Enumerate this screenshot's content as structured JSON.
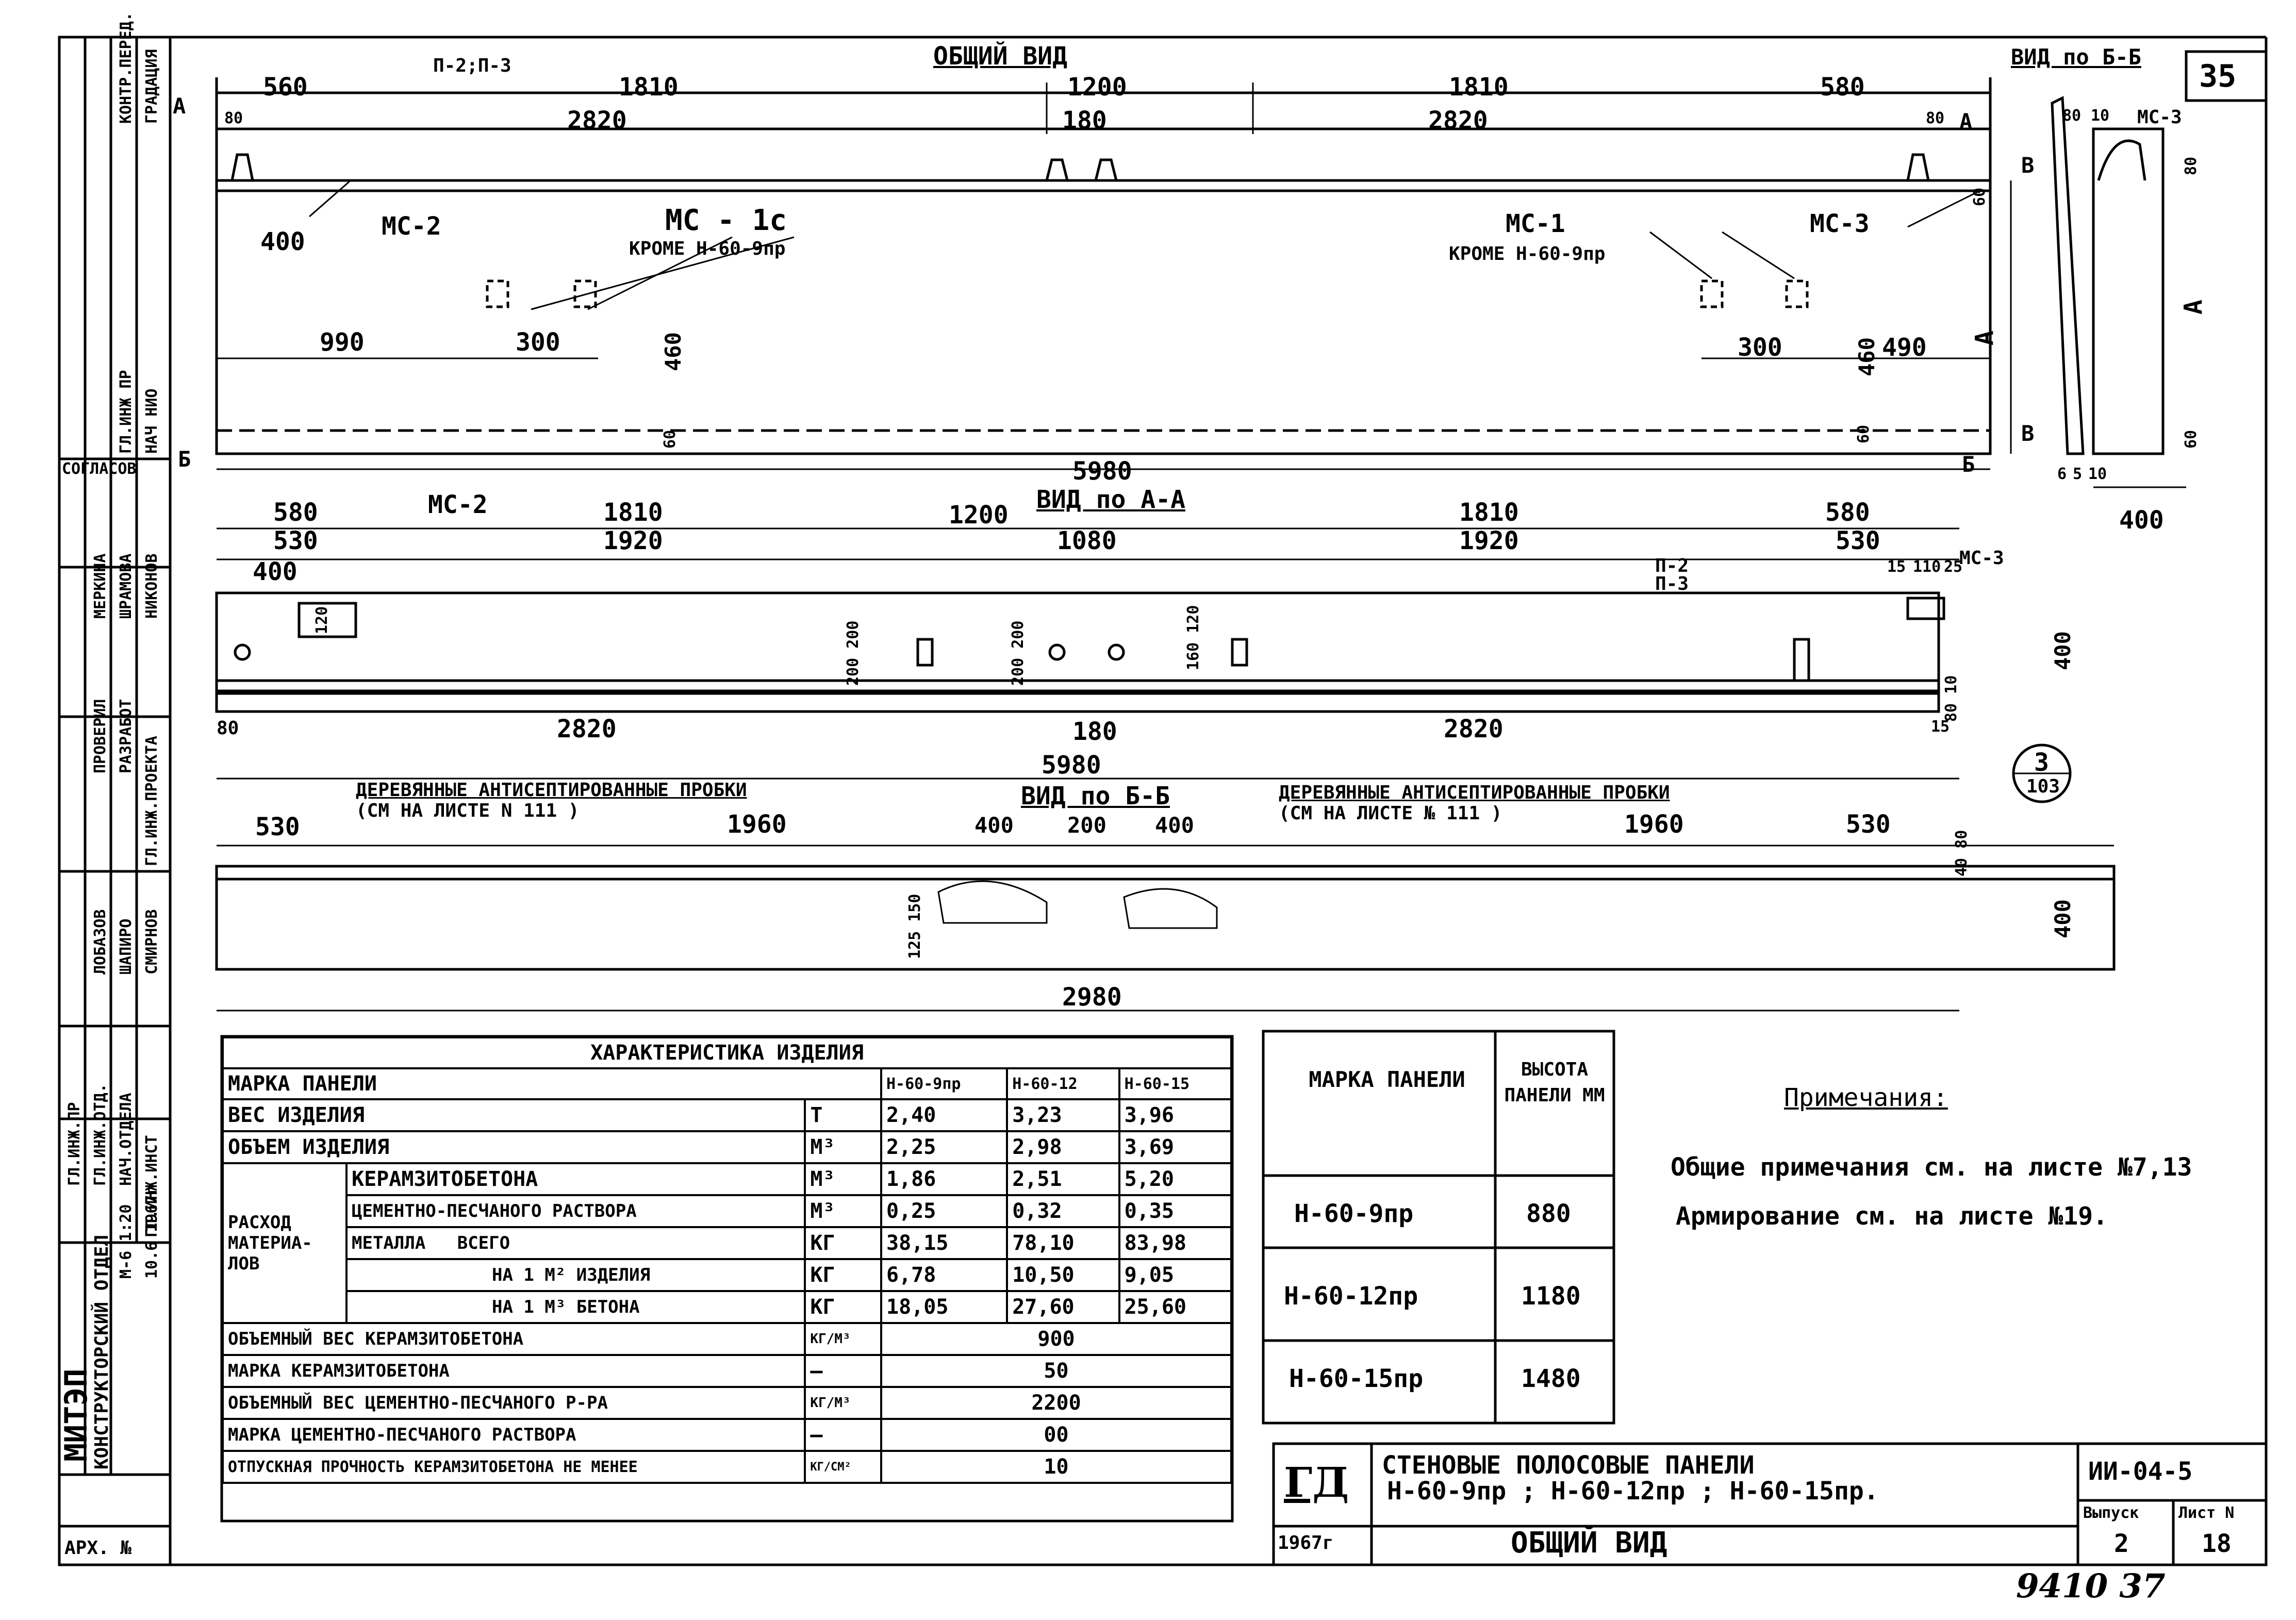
{
  "sheet_number": "35",
  "handwritten_number": "9410  37",
  "main_view": {
    "title": "ОБЩИЙ   ВИД",
    "dims_top": [
      "560",
      "1810",
      "1200",
      "1810",
      "580"
    ],
    "dims_second": [
      "2820",
      "180",
      "2820"
    ],
    "small_dim_left": "80",
    "small_dim_right": "80",
    "callout_p": "П-2;П-3",
    "dim_400": "400",
    "mc2": "МС-2",
    "mc1c": "МС - 1с",
    "mc1c_note": "КРОМЕ  Н-60-9пр",
    "mc1": "МС-1",
    "mc1_note": "КРОМЕ  Н-60-9пр",
    "mc3": "МС-3",
    "dim_990": "990",
    "dim_300_left": "300",
    "dim_460_left": "460",
    "dim_60_left": "60",
    "dim_300_right": "300",
    "dim_490": "490",
    "dim_460_right": "460",
    "dim_60_right": "60",
    "dim_5980": "5980",
    "height_label": "А",
    "dim_60_top": "60",
    "section_a": "А",
    "section_b": "Б",
    "section_v": "В"
  },
  "view_bb_small": {
    "title": "ВИД по Б-Б",
    "dims": [
      "80",
      "10"
    ],
    "mc3": "МС-3",
    "dim_80": "80",
    "dim_a": "А",
    "dim_60": "60",
    "dims_bottom": [
      "6",
      "5",
      "10"
    ],
    "dim_400": "400"
  },
  "view_aa": {
    "title": "ВИД  по А-А",
    "dims_top": [
      "580",
      "1810",
      "1200",
      "1810",
      "580"
    ],
    "dims_second": [
      "530",
      "1920",
      "1080",
      "1920",
      "530"
    ],
    "dim_400": "400",
    "mc2": "МС-2",
    "p2": "П-2",
    "p3": "П-3",
    "mc3": "МС-3",
    "small_dims": [
      "15",
      "110",
      "25"
    ],
    "dim_400_right": "400",
    "dim_80_10": "80  10",
    "dims_bottom": [
      "80",
      "2820",
      "180",
      "2820",
      "15"
    ],
    "dim_5980": "5980",
    "circle_top": "3",
    "circle_bottom": "103",
    "vert_dims": [
      "200 200",
      "200 200",
      "160 120",
      "120"
    ]
  },
  "view_bb": {
    "title": "ВИД  по Б-Б",
    "note_left": "ДЕРЕВЯННЫЕ  АНТИСЕПТИРОВАННЫЕ ПРОБКИ",
    "note_left_ref": "(СМ  НА  ЛИСТЕ  N 111 )",
    "note_right": "ДЕРЕВЯННЫЕ АНТИСЕПТИРОВАННЫЕ ПРОБКИ",
    "note_right_ref": "(СМ  НА  ЛИСТЕ  № 111 )",
    "dims_top": [
      "530",
      "1960",
      "400",
      "200",
      "400",
      "1960",
      "530"
    ],
    "dim_2980": "2980",
    "dim_400": "400",
    "vert_dims": [
      "125 150",
      "40 80"
    ]
  },
  "characteristics": {
    "title": "ХАРАКТЕРИСТИКА        ИЗДЕЛИЯ",
    "header": [
      "МАРКА  ПАНЕЛИ",
      "",
      "Н-60-9пр",
      "Н-60-12",
      "Н-60-15"
    ],
    "rows": [
      [
        "ВЕС  ИЗДЕЛИЯ",
        "Т",
        "2,40",
        "3,23",
        "3,96"
      ],
      [
        "ОБЪЕМ  ИЗДЕЛИЯ",
        "М³",
        "2,25",
        "2,98",
        "3,69"
      ]
    ],
    "consumption_label": "РАСХОД МАТЕРИА-ЛОВ",
    "consumption": [
      [
        "КЕРАМЗИТОБЕТОНА",
        "М³",
        "1,86",
        "2,51",
        "5,20"
      ],
      [
        "ЦЕМЕНТНО-ПЕСЧАНОГО РАСТВОРА",
        "М³",
        "0,25",
        "0,32",
        "0,35"
      ]
    ],
    "metal_label": "МЕТАЛЛА",
    "metal": [
      [
        "ВСЕГО",
        "КГ",
        "38,15",
        "78,10",
        "83,98"
      ],
      [
        "НА  1 М² ИЗДЕЛИЯ",
        "КГ",
        "6,78",
        "10,50",
        "9,05"
      ],
      [
        "НА  1 М³ БЕТОНА",
        "КГ",
        "18,05",
        "27,60",
        "25,60"
      ]
    ],
    "lower": [
      [
        "ОБЪЕМНЫЙ  ВЕС  КЕРАМЗИТОБЕТОНА",
        "КГ/М³",
        "900"
      ],
      [
        "МАРКА   КЕРАМЗИТОБЕТОНА",
        "—",
        "50"
      ],
      [
        "ОБЪЕМНЫЙ ВЕС ЦЕМЕНТНО-ПЕСЧАНОГО Р-РА",
        "КГ/М³",
        "2200"
      ],
      [
        "МАРКА  ЦЕМЕНТНО-ПЕСЧАНОГО РАСТВОРА",
        "—",
        "00"
      ],
      [
        "ОТПУСКНАЯ  ПРОЧНОСТЬ КЕРАМЗИТОБЕТОНА НЕ МЕНЕЕ",
        "КГ/СМ²",
        "10"
      ]
    ]
  },
  "heights_table": {
    "header_mark": "МАРКА ПАНЕЛИ",
    "header_height": "ВЫСОТА ПАНЕЛИ ММ",
    "rows": [
      [
        "Н-60-9пр",
        "880"
      ],
      [
        "Н-60-12пр",
        "1180"
      ],
      [
        "Н-60-15пр",
        "1480"
      ]
    ]
  },
  "notes": {
    "title": "Примечания:",
    "line1": "Общие  примечания  см. на листе №7,13",
    "line2": "Армирование  см. на листе  №19."
  },
  "title_block": {
    "logo": "ГД",
    "year": "1967г",
    "title_line1": "СТЕНОВЫЕ   ПОЛОСОВЫЕ   ПАНЕЛИ",
    "title_line2": "Н-60-9пр ;  Н-60-12пр ;  Н-60-15пр.",
    "drawing_title": "ОБЩИЙ    ВИД",
    "code": "ИИ-04-5",
    "issue_label": "Выпуск",
    "issue": "2",
    "sheet_label": "Лист N",
    "sheet": "18"
  },
  "left_stamp": {
    "org": "МИТЭП",
    "dept": "КОНСТРУКТОРСКИЙ ОТДЕЛ",
    "arch": "АРХ. №",
    "entries": [
      "ГРАДАЦИЯ",
      "КОНТР.ПЕРЕД.",
      "НАЧ НИО",
      "ГЛ.ИНЖ ПР",
      "СОГЛАСОВ",
      "НИКОНОВ",
      "ШРАМОВА",
      "МЕРКИНА",
      "ГЛ.ИНЖ.ПРОЕКТА",
      "РАЗРАБОТ",
      "ПРОВЕРИЛ",
      "СМИРНОВ",
      "ШАПИРО",
      "ЛОБАЗОВ",
      "ГЛ.ИНЖ.ИНСТ",
      "НАЧ.ОТДЕЛА",
      "ГЛ.ИНЖ.ОТД.",
      "ГЛ.ИНЖ.ПР",
      "10.6 1967г",
      "М-6 1:20"
    ]
  }
}
